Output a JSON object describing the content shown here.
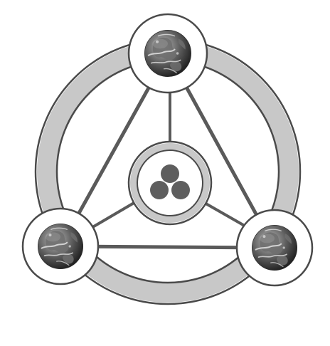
{
  "diagram": {
    "type": "network-triangle",
    "nodes": [
      {
        "id": "top",
        "icon": "globe-icon"
      },
      {
        "id": "bottom-left",
        "icon": "globe-icon"
      },
      {
        "id": "bottom-right",
        "icon": "globe-icon"
      }
    ],
    "center": {
      "icon": "three-circles-icon",
      "circle_count": 3
    },
    "colors": {
      "background": "#ffffff",
      "ring_band": "#c8c8c8",
      "outline": "#4a4a4a",
      "connector": "#5a5a5a",
      "node_fill": "#ffffff",
      "dots": "#5e5e5e",
      "ocean_light": "#b9b9b9",
      "ocean_dark": "#1c1c1c",
      "land": "#6f6f6f",
      "cloud": "#f2f2f2"
    }
  }
}
